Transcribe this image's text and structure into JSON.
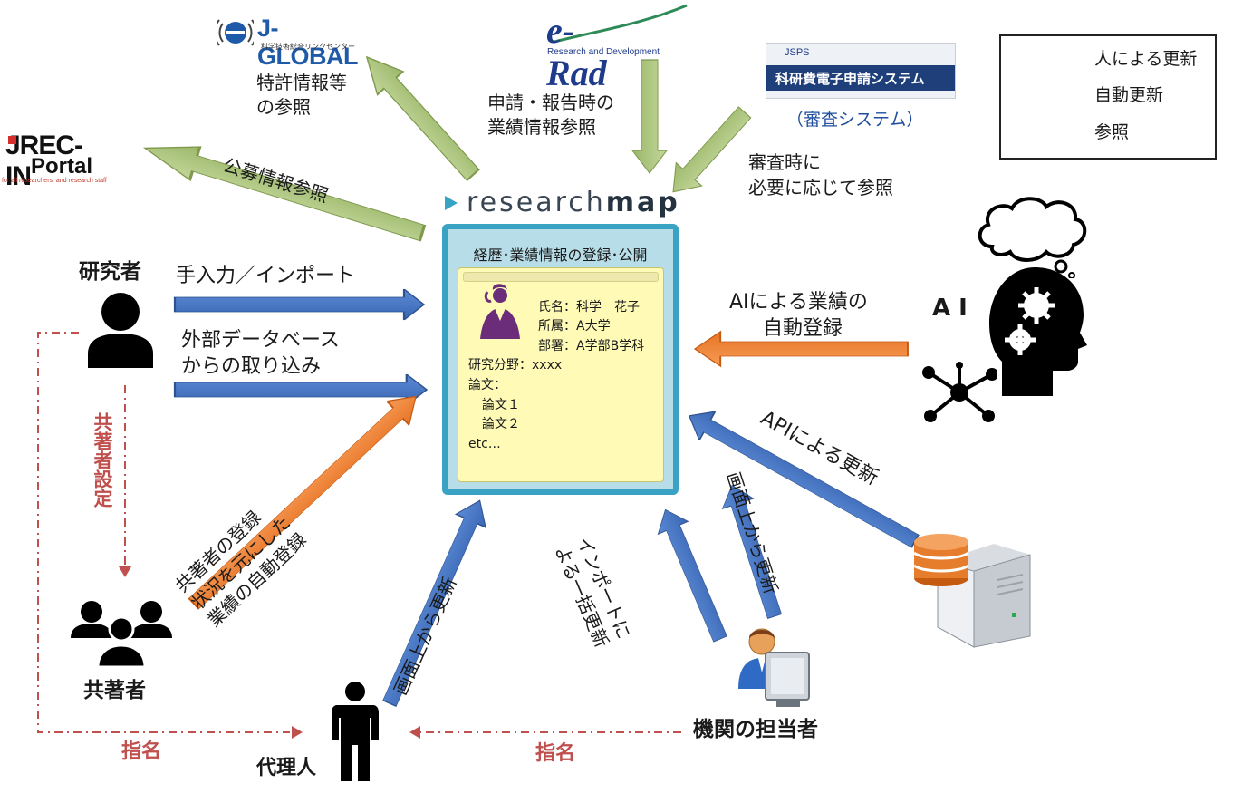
{
  "legend": {
    "items": [
      {
        "label": "人による更新",
        "color": "#4472c4"
      },
      {
        "label": "自動更新",
        "color": "#ed7d31"
      },
      {
        "label": "参照",
        "color": "#a9c27a"
      }
    ]
  },
  "logos": {
    "jglobal_main": "J-GLOBAL",
    "jglobal_sub": "科学技術総合リンクセンター",
    "erad_main": "e-Rad",
    "erad_sub": "Research and Development",
    "jsps_top": "JSPS",
    "jsps_main": "科研費電子申請システム",
    "jsps_caption": "（審査システム）",
    "jrec_line1": "JREC-IN",
    "jrec_line2": "Portal",
    "jrec_sub": "for all researchers  and research staff",
    "researchmap_light": "research",
    "researchmap_bold": "map"
  },
  "center": {
    "title": "経歴･業績情報の登録･公開",
    "name": "氏名：科学　花子",
    "affiliation": "所属：A大学",
    "department": "部署：A学部B学科",
    "field": "研究分野：xxxx",
    "papers": "論文：",
    "paper1": "論文１",
    "paper2": "論文２",
    "etc": "etc…"
  },
  "labels": {
    "patent1": "特許情報等",
    "patent2": "の参照",
    "apply1": "申請・報告時の",
    "apply2": "業績情報参照",
    "review1": "審査時に",
    "review2": "必要に応じて参照",
    "recruit": "公募情報参照",
    "researcher": "研究者",
    "manual": "手入力／インポート",
    "external1": "外部データベース",
    "external2": "からの取り込み",
    "ai": "A I",
    "ai_reg1": "AIによる業績の",
    "ai_reg2": "自動登録",
    "api": "APIによる更新",
    "coauthor_set": "共著者設定",
    "coauthor_auto1": "共著者の登録",
    "coauthor_auto2": "状況を元にした",
    "coauthor_auto3": "業績の自動登録",
    "coauthor": "共著者",
    "proxy_update": "画面上から更新",
    "import1": "インポートに",
    "import2": "よる一括更新",
    "staff_update": "画面上から更新",
    "staff": "機関の担当者",
    "proxy": "代理人",
    "nominate_left": "指名",
    "nominate_right": "指名"
  },
  "colors": {
    "blue": "#4472c4",
    "orange": "#ed7d31",
    "green": "#a9c27a",
    "dashed": "#c0504d",
    "frame": "#3aa3c4"
  }
}
